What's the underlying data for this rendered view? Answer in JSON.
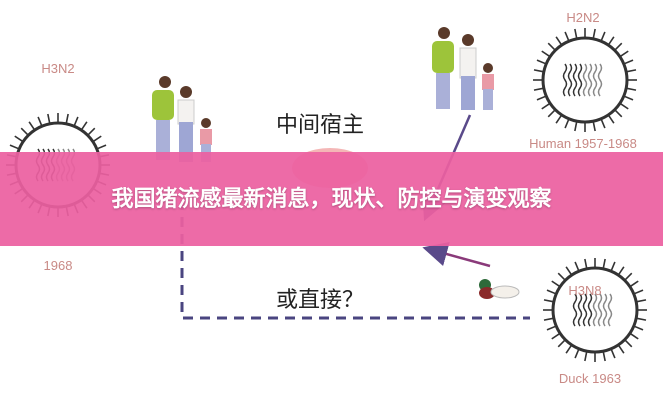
{
  "diagram": {
    "labels": {
      "h3n2": "H3N2",
      "year_1968": "1968",
      "h2n2": "H2N2",
      "human": "Human 1957-1968",
      "h3n8": "H3N8",
      "duck": "Duck 1963",
      "intermediate_host": "中间宿主",
      "direct": "或直接？"
    },
    "colors": {
      "arrow": "#5a4a8a",
      "dash": "#4a4580",
      "banner": "#ec60a0"
    }
  },
  "banner": {
    "title": "我国猪流感最新消息，现状、防控与演变观察"
  }
}
